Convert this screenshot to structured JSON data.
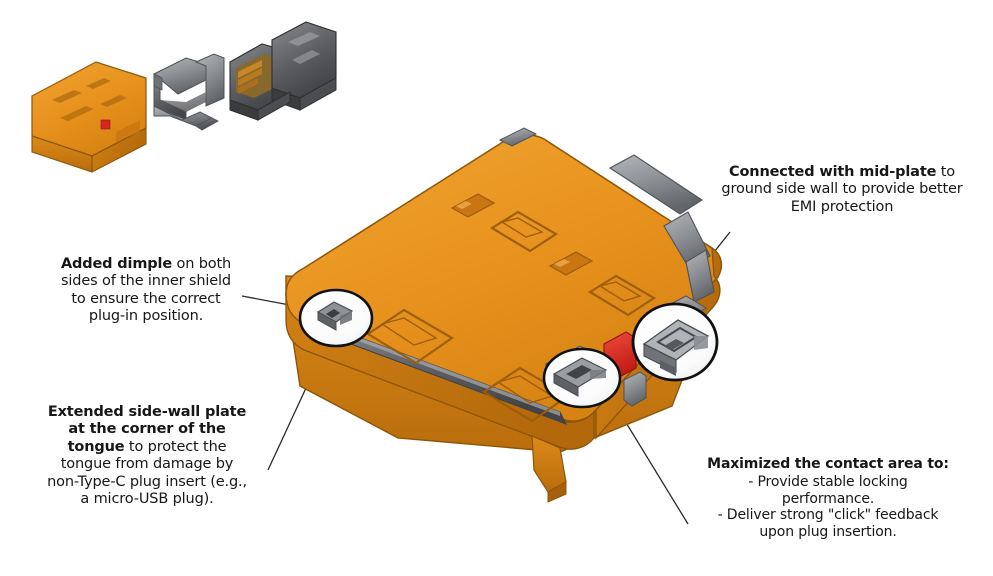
{
  "figure": {
    "title": "USB Type-C receptacle connector exploded and annotated view",
    "background_color": "#ffffff"
  },
  "colors": {
    "shell_orange": "#e8921e",
    "shell_orange_dark": "#c87512",
    "shell_orange_deep": "#a85c08",
    "shell_orange_light": "#f0a832",
    "mid_plate_grey": "#8e9195",
    "mid_plate_grey_dark": "#62666b",
    "housing_dark_grey": "#5a5a5c",
    "housing_dark_grey_light": "#86878a",
    "accent_red": "#d8251e",
    "callout_fill": "#ffffff",
    "callout_stroke": "#111111",
    "leader_line": "#2a2a2a",
    "text": "#171717"
  },
  "exploded_parts": [
    {
      "id": "orange-shell",
      "label": "orange outer shell",
      "color": "#e8921e"
    },
    {
      "id": "mid-plate",
      "label": "metal mid-plate contact",
      "color": "#8e9195"
    },
    {
      "id": "dark-housing",
      "label": "dark grey housing body",
      "color": "#5a5a5c"
    }
  ],
  "main_assembly": {
    "label": "assembled USB Type-C receptacle shell",
    "color": "#e8921e"
  },
  "callouts": [
    {
      "id": "callout-dimple",
      "label": "dimple detail magnifier"
    },
    {
      "id": "callout-latch",
      "label": "locking latch detail magnifier"
    },
    {
      "id": "callout-contact",
      "label": "contact area detail magnifier"
    }
  ],
  "annotations": {
    "dimple": {
      "id": "ann-dimple",
      "lead": "Added dimple",
      "body": " on both sides of the inner shield to ensure the correct plug-in position."
    },
    "sidewall": {
      "id": "ann-sidewall",
      "lead": "Extended side-wall plate at the corner of the tongue",
      "body": " to protect the tongue from damage by non-Type-C plug insert (e.g., a micro-USB plug)."
    },
    "midplate": {
      "id": "ann-midplate",
      "lead": "Connected with mid-plate",
      "body": " to ground side wall to provide better EMI protection"
    },
    "contact": {
      "id": "ann-contact",
      "lead": "Maximized the contact area to:",
      "line1": "- Provide stable locking",
      "line2": "performance.",
      "line3": "- Deliver strong \"click\" feedback",
      "line4": "upon plug insertion."
    }
  }
}
